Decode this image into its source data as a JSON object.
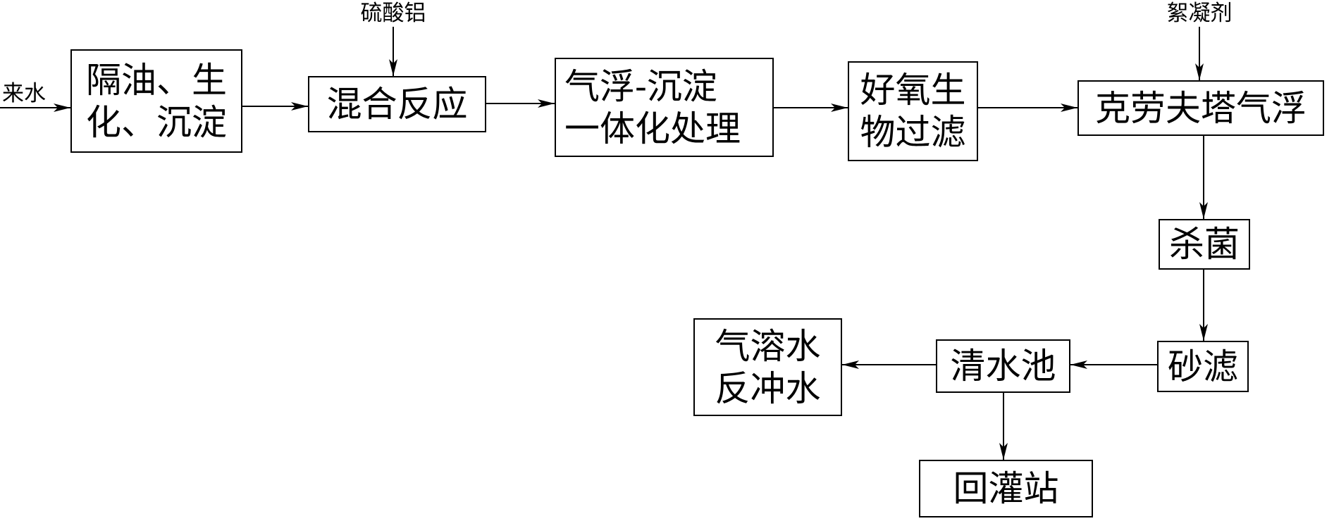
{
  "inputs": {
    "inflow": "来水",
    "aluminum_sulfate": "硫酸铝",
    "flocculant": "絮凝剂"
  },
  "steps": {
    "oil_separation_bio_settling": [
      "隔油、生",
      "化、沉淀"
    ],
    "mixing_reaction": "混合反应",
    "flotation_settling": [
      "气浮-沉淀",
      "一体化处理"
    ],
    "aerobic_biofilter": [
      "好氧生",
      "物过滤"
    ],
    "krofta_flotation": "克劳夫塔气浮",
    "sterilization": "杀菌",
    "sand_filtration": "砂滤",
    "clear_water_tank": "清水池",
    "backwash_water": [
      "气溶水",
      "反冲水"
    ],
    "reinjection_station": "回灌站"
  }
}
